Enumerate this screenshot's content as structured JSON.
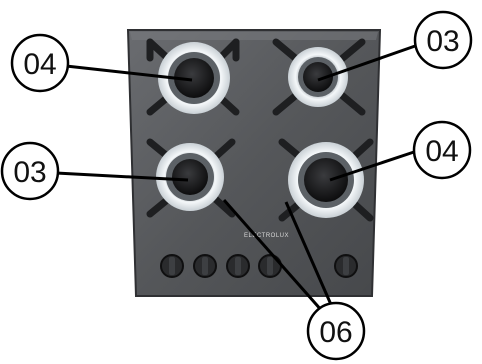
{
  "hob": {
    "brand_label": "ELECTROLUX",
    "burners": [
      {
        "id": "rear-left",
        "callout": "04"
      },
      {
        "id": "rear-right",
        "callout": "03"
      },
      {
        "id": "front-left",
        "callout": "03"
      },
      {
        "id": "front-right",
        "callout": "04"
      }
    ],
    "knob_count": 5
  },
  "callouts": {
    "rear_left": "04",
    "rear_right": "03",
    "front_left": "03",
    "front_right": "04",
    "pan_supports": "06"
  },
  "colors": {
    "glass": "#5a5c5f",
    "glass_edge": "#2f3033",
    "grate": "#1e1f21",
    "burner_ring": "#eef2f5",
    "callout_line": "#000000"
  }
}
